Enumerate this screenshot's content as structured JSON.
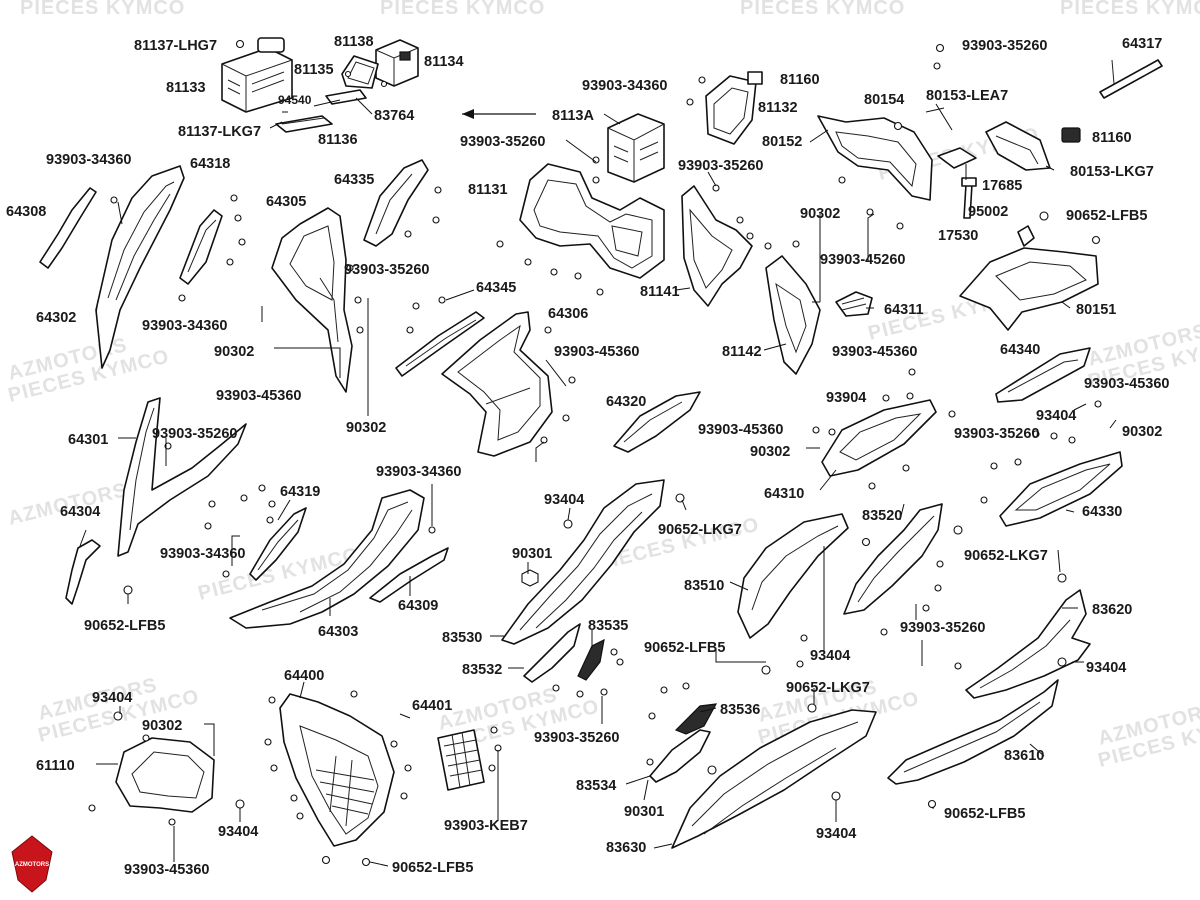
{
  "diagram": {
    "watermarks": [
      "AZMOTORS",
      "PIECES KYMCO"
    ],
    "logo_text": "AZMOTORS",
    "labels": [
      "81137-LHG7",
      "81138",
      "81134",
      "81135",
      "81133",
      "94540",
      "83764",
      "81137-LKG7",
      "81136",
      "93903-35260",
      "64317",
      "93903-34360",
      "81160",
      "81132",
      "8113A",
      "80154",
      "80153-LEA7",
      "81160",
      "80152",
      "80153-LKG7",
      "93903-35260",
      "93903-35260",
      "17685",
      "95002",
      "17530",
      "93903-34360",
      "64318",
      "64308",
      "64335",
      "81131",
      "90302",
      "90652-LFB5",
      "64305",
      "93903-45260",
      "81141",
      "64311",
      "80151",
      "64345",
      "93903-35260",
      "64302",
      "93903-34360",
      "64306",
      "81142",
      "93903-45360",
      "64340",
      "90302",
      "93903-45360",
      "93904",
      "93903-45360",
      "93903-45360",
      "93404",
      "64320",
      "64301",
      "93903-35260",
      "93903-45360",
      "93903-35260",
      "90302",
      "90302",
      "90302",
      "64310",
      "64330",
      "93903-34360",
      "64319",
      "64304",
      "93404",
      "90652-LKG7",
      "83520",
      "93903-34360",
      "90301",
      "90652-LKG7",
      "83510",
      "64309",
      "64303",
      "90652-LFB5",
      "83620",
      "83530",
      "83535",
      "93903-35260",
      "83532",
      "90652-LFB5",
      "93404",
      "93404",
      "90652-LKG7",
      "64400",
      "64401",
      "83536",
      "93404",
      "90302",
      "93903-35260",
      "61110",
      "83610",
      "83534",
      "90301",
      "93404",
      "93903-KEB7",
      "93404",
      "90652-LFB5",
      "83630",
      "93903-45360",
      "90652-LFB5"
    ]
  }
}
